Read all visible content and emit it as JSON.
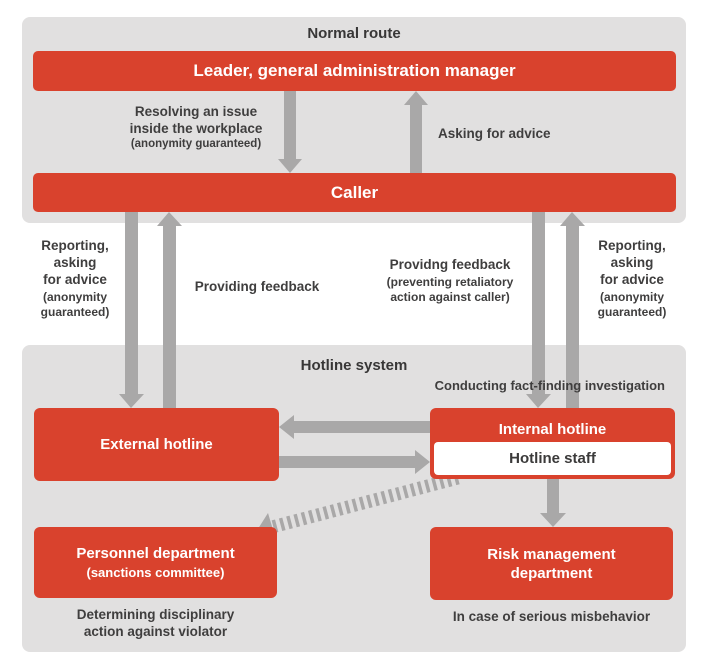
{
  "colors": {
    "red": "#d9422d",
    "panel_gray": "#e1e0e0",
    "arrow_gray": "#a9a8a8",
    "text_dark": "#3f3e3e",
    "box_text": "#ffffff"
  },
  "normal_route": {
    "title": "Normal route",
    "leader": "Leader, general administration manager",
    "caller": "Caller",
    "resolving": {
      "line1": "Resolving an issue",
      "line2": "inside the workplace",
      "note": "(anonymity guaranteed)"
    },
    "asking": "Asking for advice"
  },
  "middle": {
    "left_report": {
      "line1": "Reporting,",
      "line2": "asking",
      "line3": "for advice",
      "note1": "(anonymity",
      "note2": "guaranteed)"
    },
    "providing": "Providing feedback",
    "providing_retaliation": {
      "line1": "Providng feedback",
      "note1": "(preventing retaliatory",
      "note2": "action against caller)"
    },
    "right_report": {
      "line1": "Reporting,",
      "line2": "asking",
      "line3": "for advice",
      "note1": "(anonymity",
      "note2": "guaranteed)"
    }
  },
  "hotline_system": {
    "title": "Hotline system",
    "conducting": "Conducting fact-finding investigation",
    "external": "External hotline",
    "internal": "Internal hotline",
    "staff": "Hotline staff",
    "personnel": {
      "line1": "Personnel department",
      "line2": "(sanctions committee)"
    },
    "risk": {
      "line1": "Risk management",
      "line2": "department"
    },
    "determining": {
      "line1": "Determining disciplinary",
      "line2": "action against violator"
    },
    "serious": "In case of serious misbehavior"
  }
}
